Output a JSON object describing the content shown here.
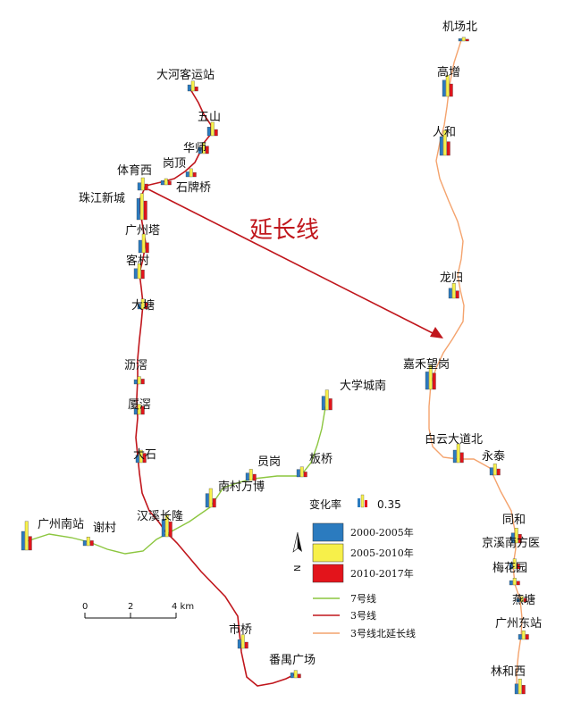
{
  "title": "延长线",
  "colors": {
    "line7": "#8cc63f",
    "line3": "#c0161c",
    "line3_ext": "#f4a36d",
    "p1": "#2b7bbf",
    "p2": "#f7f04a",
    "p3": "#e3141b",
    "arrow": "#c0161c"
  },
  "legend": {
    "rate_label": "变化率",
    "rate_value": "0.35",
    "periods": [
      "2000-2005年",
      "2005-2010年",
      "2010-2017年"
    ],
    "lines": [
      "7号线",
      "3号线",
      "3号线北延长线"
    ]
  },
  "scale": {
    "ticks": [
      "0",
      "2",
      "4 km"
    ]
  },
  "north_label": "N",
  "stations": [
    {
      "name": "大河客运站",
      "line": "3",
      "values": [
        0.1,
        0.16,
        0.07
      ]
    },
    {
      "name": "五山",
      "line": "3",
      "values": [
        0.14,
        0.22,
        0.1
      ]
    },
    {
      "name": "华师",
      "line": "3",
      "values": [
        0.1,
        0.18,
        0.12
      ]
    },
    {
      "name": "岗顶",
      "line": "3",
      "values": [
        0.08,
        0.13,
        0.07
      ]
    },
    {
      "name": "石牌桥",
      "line": "3",
      "values": [
        0.07,
        0.1,
        0.06
      ]
    },
    {
      "name": "体育西",
      "line": "3",
      "values": [
        0.12,
        0.2,
        0.1
      ]
    },
    {
      "name": "珠江新城",
      "line": "3",
      "values": [
        0.34,
        0.42,
        0.3
      ]
    },
    {
      "name": "广州塔",
      "line": "3",
      "values": [
        0.2,
        0.3,
        0.16
      ]
    },
    {
      "name": "客村",
      "line": "3",
      "values": [
        0.16,
        0.24,
        0.14
      ]
    },
    {
      "name": "大塘",
      "line": "3",
      "values": [
        0.08,
        0.16,
        0.1
      ]
    },
    {
      "name": "沥滘",
      "line": "3",
      "values": [
        0.07,
        0.12,
        0.08
      ]
    },
    {
      "name": "厦滘",
      "line": "3",
      "values": [
        0.1,
        0.16,
        0.13
      ]
    },
    {
      "name": "大石",
      "line": "3",
      "values": [
        0.12,
        0.2,
        0.15
      ]
    },
    {
      "name": "汉溪长隆",
      "line": "3",
      "values": [
        0.28,
        0.36,
        0.24
      ]
    },
    {
      "name": "市桥",
      "line": "3",
      "values": [
        0.14,
        0.22,
        0.1
      ]
    },
    {
      "name": "番禺广场",
      "line": "3",
      "values": [
        0.08,
        0.12,
        0.06
      ]
    },
    {
      "name": "广州南站",
      "line": "7",
      "values": [
        0.3,
        0.46,
        0.22
      ]
    },
    {
      "name": "谢村",
      "line": "7",
      "values": [
        0.08,
        0.14,
        0.08
      ]
    },
    {
      "name": "南村万博",
      "line": "7",
      "values": [
        0.22,
        0.3,
        0.14
      ]
    },
    {
      "name": "员岗",
      "line": "7",
      "values": [
        0.12,
        0.18,
        0.1
      ]
    },
    {
      "name": "板桥",
      "line": "7",
      "values": [
        0.12,
        0.16,
        0.08
      ]
    },
    {
      "name": "大学城南",
      "line": "7",
      "values": [
        0.22,
        0.32,
        0.18
      ]
    },
    {
      "name": "机场北",
      "line": "3N",
      "values": [
        0.04,
        0.06,
        0.03
      ]
    },
    {
      "name": "高增",
      "line": "3N",
      "values": [
        0.26,
        0.34,
        0.2
      ]
    },
    {
      "name": "人和",
      "line": "3N",
      "values": [
        0.3,
        0.4,
        0.22
      ]
    },
    {
      "name": "龙归",
      "line": "3N",
      "values": [
        0.16,
        0.24,
        0.12
      ]
    },
    {
      "name": "嘉禾望岗",
      "line": "3N",
      "values": [
        0.28,
        0.38,
        0.26
      ]
    },
    {
      "name": "白云大道北",
      "line": "3N",
      "values": [
        0.2,
        0.3,
        0.16
      ]
    },
    {
      "name": "永泰",
      "line": "3N",
      "values": [
        0.12,
        0.18,
        0.1
      ]
    },
    {
      "name": "同和",
      "line": "3N",
      "values": [
        0.16,
        0.24,
        0.14
      ]
    },
    {
      "name": "京溪南方医",
      "line": "3N",
      "values": [
        0.1,
        0.16,
        0.08
      ]
    },
    {
      "name": "梅花园",
      "line": "3N",
      "values": [
        0.07,
        0.11,
        0.06
      ]
    },
    {
      "name": "燕塘",
      "line": "3N",
      "values": [
        0.05,
        0.09,
        0.06
      ]
    },
    {
      "name": "广州东站",
      "line": "3N",
      "values": [
        0.08,
        0.14,
        0.08
      ]
    },
    {
      "name": "林和西",
      "line": "3N",
      "values": [
        0.16,
        0.24,
        0.14
      ]
    }
  ]
}
